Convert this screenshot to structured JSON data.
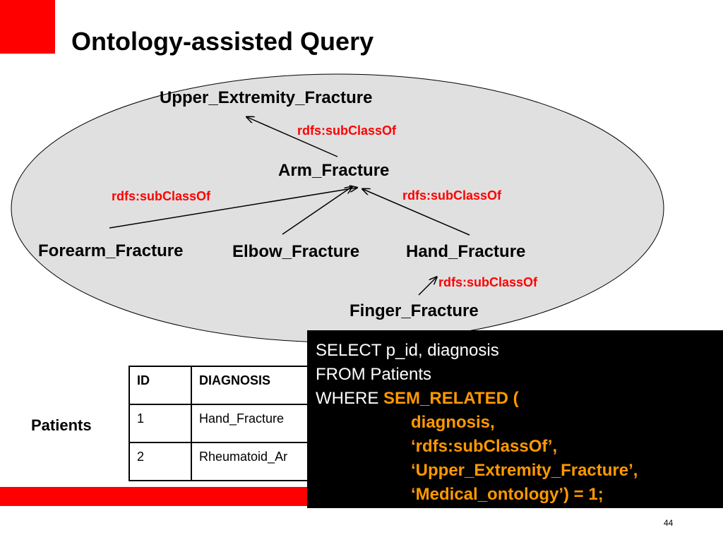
{
  "slide": {
    "title": "Ontology-assisted Query",
    "page_number": "44",
    "colors": {
      "accent_red": "#ff0000",
      "highlight_orange": "#ff9900",
      "ellipse_fill": "#e0e0e0"
    }
  },
  "ontology": {
    "nodes": {
      "upper": "Upper_Extremity_Fracture",
      "arm": "Arm_Fracture",
      "forearm": "Forearm_Fracture",
      "elbow": "Elbow_Fracture",
      "hand": "Hand_Fracture",
      "finger": "Finger_Fracture"
    },
    "relations": {
      "arm_to_upper": "rdfs:subClassOf",
      "forearm_to_arm": "rdfs:subClassOf",
      "hand_to_arm": "rdfs:subClassOf",
      "finger_to_hand": "rdfs:subClassOf"
    }
  },
  "patients": {
    "label": "Patients",
    "headers": [
      "ID",
      "DIAGNOSIS"
    ],
    "rows": [
      [
        "1",
        "Hand_Fracture"
      ],
      [
        "2",
        "Rheumatoid_Ar"
      ]
    ]
  },
  "query": {
    "line1": "SELECT p_id, diagnosis",
    "line2": "FROM Patients",
    "line3_keyword": "WHERE ",
    "line3_highlight": "SEM_RELATED (",
    "line4": "diagnosis,",
    "line5": "‘rdfs:subClassOf’,",
    "line6": "‘Upper_Extremity_Fracture’,",
    "line7": "‘Medical_ontology’) = 1;"
  }
}
